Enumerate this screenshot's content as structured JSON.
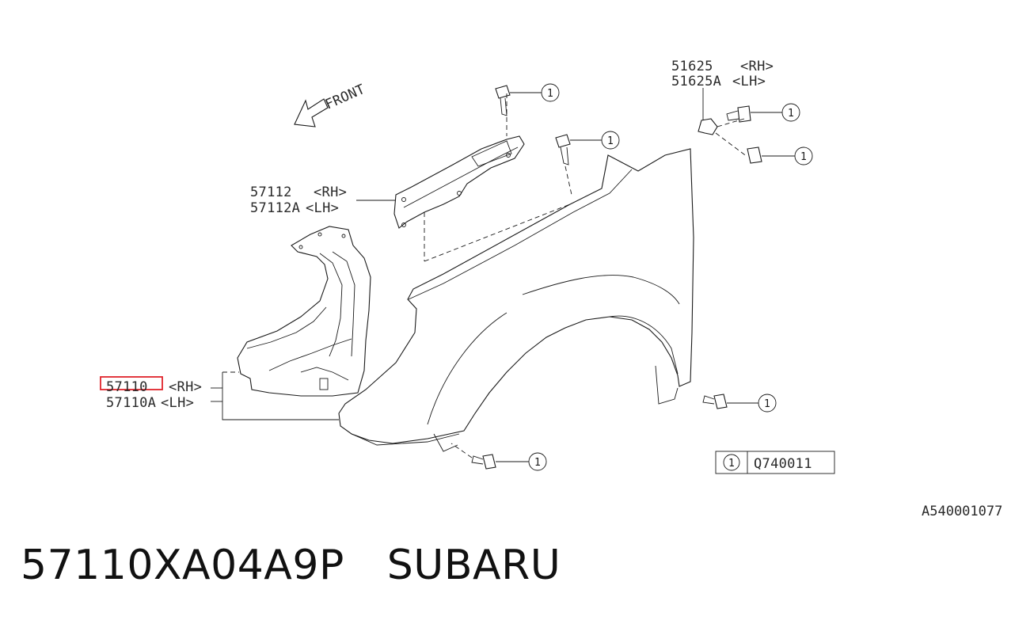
{
  "direction_label": "FRONT",
  "callout_number": "1",
  "parts": [
    {
      "number": "51625",
      "side": "<RH>"
    },
    {
      "number": "51625A",
      "side": "<LH>"
    },
    {
      "number": "57112",
      "side": "<RH>"
    },
    {
      "number": "57112A",
      "side": "<LH>"
    },
    {
      "number": "57110",
      "side": "<RH>"
    },
    {
      "number": "57110A",
      "side": "<LH>"
    }
  ],
  "legend": {
    "key": "1",
    "code": "Q740011"
  },
  "diagram_code": "A540001077",
  "part_number": "57110XA04A9P",
  "brand": "SUBARU",
  "highlight_color": "#e0242b"
}
